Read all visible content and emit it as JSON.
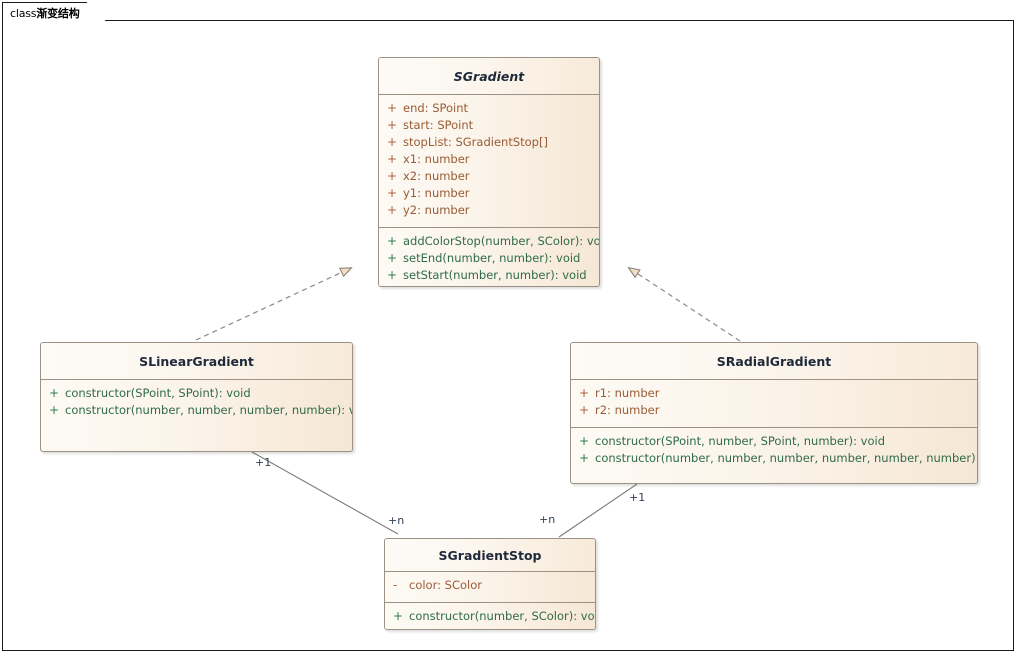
{
  "diagram": {
    "frame_keyword": "class",
    "frame_title": "渐变结构",
    "classes": [
      {
        "id": "sgradient",
        "name": "SGradient",
        "abstract": true,
        "attributes": [
          {
            "visibility": "+",
            "text": "end: SPoint"
          },
          {
            "visibility": "+",
            "text": "start: SPoint"
          },
          {
            "visibility": "+",
            "text": "stopList: SGradientStop[]"
          },
          {
            "visibility": "+",
            "text": "x1: number"
          },
          {
            "visibility": "+",
            "text": "x2: number"
          },
          {
            "visibility": "+",
            "text": "y1: number"
          },
          {
            "visibility": "+",
            "text": "y2: number"
          }
        ],
        "methods": [
          {
            "visibility": "+",
            "text": "addColorStop(number, SColor): void"
          },
          {
            "visibility": "+",
            "text": "setEnd(number, number): void"
          },
          {
            "visibility": "+",
            "text": "setStart(number, number): void"
          }
        ]
      },
      {
        "id": "slineargradient",
        "name": "SLinearGradient",
        "abstract": false,
        "attributes": [],
        "methods": [
          {
            "visibility": "+",
            "text": "constructor(SPoint, SPoint): void"
          },
          {
            "visibility": "+",
            "text": "constructor(number, number, number, number): void"
          }
        ]
      },
      {
        "id": "sradialgradient",
        "name": "SRadialGradient",
        "abstract": false,
        "attributes": [
          {
            "visibility": "+",
            "text": "r1: number"
          },
          {
            "visibility": "+",
            "text": "r2: number"
          }
        ],
        "methods": [
          {
            "visibility": "+",
            "text": "constructor(SPoint, number, SPoint, number): void"
          },
          {
            "visibility": "+",
            "text": "constructor(number, number, number, number, number, number): void"
          }
        ]
      },
      {
        "id": "sgradientstop",
        "name": "SGradientStop",
        "abstract": false,
        "attributes": [
          {
            "visibility": "-",
            "text": "color: SColor"
          }
        ],
        "methods": [
          {
            "visibility": "+",
            "text": "constructor(number, SColor): void"
          }
        ]
      }
    ],
    "relationships": [
      {
        "id": "linear-extends-gradient",
        "type": "generalization",
        "style": "dashed",
        "from": "SLinearGradient",
        "to": "SGradient"
      },
      {
        "id": "radial-extends-gradient",
        "type": "generalization",
        "style": "dashed",
        "from": "SRadialGradient",
        "to": "SGradient"
      },
      {
        "id": "linear-to-stop",
        "type": "association",
        "style": "solid",
        "from": "SLinearGradient",
        "to": "SGradientStop",
        "source_multiplicity": "+1",
        "target_multiplicity": "+n"
      },
      {
        "id": "radial-to-stop",
        "type": "association",
        "style": "solid",
        "from": "SRadialGradient",
        "to": "SGradientStop",
        "source_multiplicity": "+1",
        "target_multiplicity": "+n"
      }
    ],
    "multiplicity_labels": [
      {
        "id": "mult-linear-1",
        "text": "+1"
      },
      {
        "id": "mult-stop-left-n",
        "text": "+n"
      },
      {
        "id": "mult-stop-right-n",
        "text": "+n"
      },
      {
        "id": "mult-radial-1",
        "text": "+1"
      }
    ],
    "colors": {
      "class_border": "#9c9183",
      "class_fill_light": "#fdfaf5",
      "class_fill_dark": "#f6e7d5",
      "title_text": "#1e2a3a",
      "attribute_text": "#9a5b35",
      "method_text": "#2f6b4a",
      "connector": "#7a7a7a",
      "arrow_fill": "#f5debb",
      "multiplicity_text": "#30405a"
    }
  }
}
